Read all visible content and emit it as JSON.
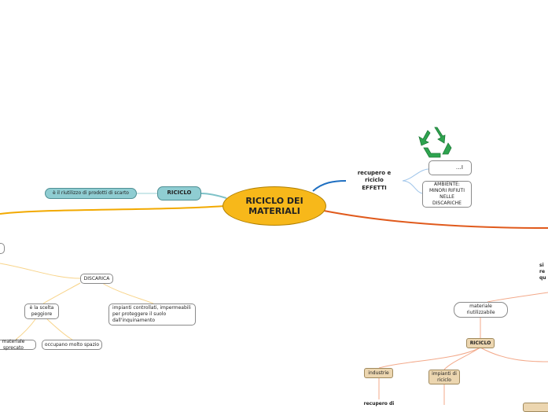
{
  "central": "RICICLO DEI\nMATERIALI",
  "topics": {
    "riciclo_left": "RICICLO",
    "riutilizzo": "è il riutilizzo di prodotti di scarto",
    "recupero_effetti": "recupero e\nriciclo\nEFFETTI",
    "ambiente": "AMBIENTE:\nMINORI RIFIUTI\nNELLE\nDISCARICHE",
    "partial_top": "…I",
    "discarica": "DISCARICA",
    "scelta_peggiore": "è la scelta\npeggiore",
    "impianti_controllati": "impianti controllati, impermeabili\nper proteggere il suolo\ndall'inquinamento",
    "materiale_sprecato": "materiale sprecato",
    "occupano_spazio": "occupano molto spazio",
    "materiale_riutilizzabile": "materiale\nriutilizzabile",
    "riciclo_right": "RICICLO",
    "industrie": "industrie",
    "impianti_riciclo": "impianti di\nriciclo",
    "recupero_bottom": "recupero di",
    "right_edge_partial": "si\nre\nqu"
  },
  "colors": {
    "central_fill": "#f7b81a",
    "link_orange": "#f2a900",
    "link_blue": "#1f6fc1",
    "link_red": "#e05a1c",
    "teal_fill": "#8fcdd2",
    "tan_fill": "#ecd6b0",
    "recycle_green": "#2ea44f"
  },
  "icons": [
    "recycle-icon"
  ]
}
